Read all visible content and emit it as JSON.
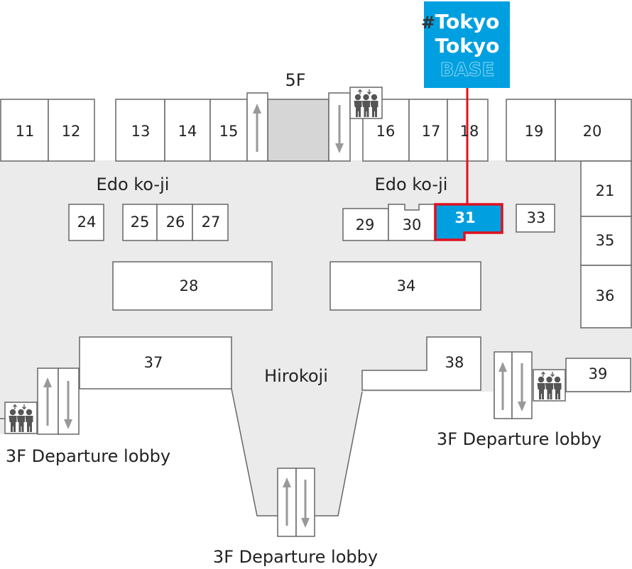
{
  "floor_label": "5F",
  "logo": {
    "hash": "#",
    "line1": "Tokyo",
    "line2": "Tokyo",
    "line3": "BASE"
  },
  "areas": {
    "edo_left": "Edo ko-ji",
    "edo_right": "Edo ko-ji",
    "hirokoji": "Hirokoji"
  },
  "exits": {
    "left": "3F Departure lobby",
    "right": "3F Departure lobby",
    "bottom": "3F Departure lobby"
  },
  "shops": [
    "11",
    "12",
    "13",
    "14",
    "15",
    "16",
    "17",
    "18",
    "19",
    "20",
    "21",
    "35",
    "36",
    "24",
    "25",
    "26",
    "27",
    "28",
    "29",
    "30",
    "31",
    "33",
    "34",
    "37",
    "38",
    "39"
  ],
  "highlight": {
    "shop": "31",
    "color": "#00a0e0",
    "border": "#e01020"
  },
  "colors": {
    "floor": "#ebebeb",
    "stroke": "#666666",
    "void": "#d6d6d6",
    "icon": "#555555"
  },
  "icons": [
    "elevator-icon",
    "escalator-icon"
  ]
}
